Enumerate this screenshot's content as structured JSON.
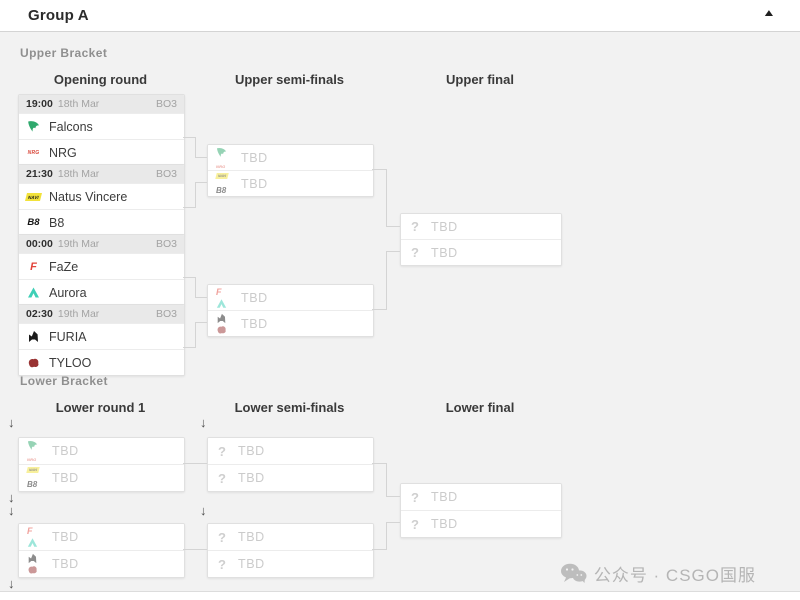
{
  "header": {
    "title": "Group A"
  },
  "sections": {
    "upper": {
      "label": "Upper Bracket",
      "columns": [
        "Opening round",
        "Upper semi-finals",
        "Upper final"
      ],
      "matches": [
        {
          "time": "19:00",
          "date": "18th Mar",
          "format": "BO3",
          "team1": "Falcons",
          "team2": "NRG"
        },
        {
          "time": "21:30",
          "date": "18th Mar",
          "format": "BO3",
          "team1": "Natus Vincere",
          "team2": "B8"
        },
        {
          "time": "00:00",
          "date": "19th Mar",
          "format": "BO3",
          "team1": "FaZe",
          "team2": "Aurora"
        },
        {
          "time": "02:30",
          "date": "19th Mar",
          "format": "BO3",
          "team1": "FURIA",
          "team2": "TYLOO"
        }
      ]
    },
    "lower": {
      "label": "Lower Bracket",
      "columns": [
        "Lower round 1",
        "Lower semi-finals",
        "Lower final"
      ]
    }
  },
  "placeholders": {
    "tbd": "TBD",
    "unknown": "?"
  },
  "icons": {
    "collapse": "▲",
    "drop_arrow": "↓",
    "nrg_wordmark": "NRG",
    "navi_wordmark": "NAVI",
    "b8_monogram": "B8",
    "faze_glyph": "F"
  },
  "watermark": {
    "text": "公众号 · CSGO国服"
  },
  "colors": {
    "background": "#f2f2f2",
    "falcons_green": "#2fa96d",
    "nrg_red": "#d94a3d",
    "navi_yellow": "#f2e23b",
    "b8_black": "#141414",
    "faze_red": "#e2433a",
    "aurora_teal": "#3ecfb6",
    "furia_black": "#1b1b1b",
    "tyloo_red": "#993333",
    "tbd_text": "#cbcbcb"
  }
}
